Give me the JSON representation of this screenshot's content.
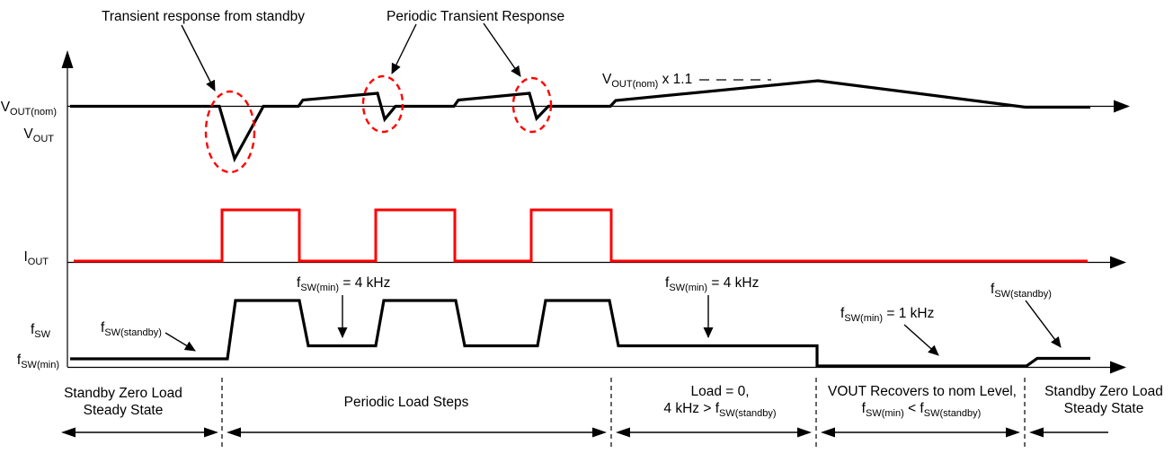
{
  "title_annotations": {
    "transient_standby": "Transient response from standby",
    "periodic_transient": "Periodic Transient Response"
  },
  "vout": {
    "axis_label_nom": {
      "main": "V",
      "sub": "OUT(nom)"
    },
    "axis_label": {
      "main": "V",
      "sub": "OUT"
    },
    "overshoot_label": {
      "main": "V",
      "sub": "OUT(nom)",
      "rest": " x 1.1"
    }
  },
  "iout": {
    "axis_label": {
      "main": "I",
      "sub": "OUT"
    }
  },
  "fsw": {
    "axis_label": {
      "main": "f",
      "sub": "SW"
    },
    "axis_label_min": {
      "main": "f",
      "sub": "SW(min)"
    },
    "standby_label_left": {
      "main": "f",
      "sub": "SW(standby)"
    },
    "min_4khz_label_1": {
      "main": "f",
      "sub": "SW(min)",
      "rest": " = 4 kHz"
    },
    "min_4khz_label_2": {
      "main": "f",
      "sub": "SW(min)",
      "rest": " = 4 kHz"
    },
    "min_1khz_label": {
      "main": "f",
      "sub": "SW(min)",
      "rest": " = 1 kHz"
    },
    "standby_label_right": {
      "main": "f",
      "sub": "SW(standby)"
    }
  },
  "regions": [
    {
      "line1": "Standby Zero Load",
      "line2": "Steady State"
    },
    {
      "line1": "Periodic Load Steps"
    },
    {
      "line1": "Load = 0,",
      "line2_pre": "4 kHz > f",
      "line2_sub": "SW(standby)"
    },
    {
      "line1": "VOUT Recovers to nom Level,",
      "line2_pre": "f",
      "line2_sub": "SW(min)",
      "line2_mid": " < f",
      "line2_sub2": "SW(standby)"
    },
    {
      "line1": "Standby Zero Load",
      "line2": "Steady State"
    }
  ],
  "colors": {
    "waveform": "#000000",
    "load_current_trace": "#ff0000",
    "highlight_circle": "#ff0000"
  }
}
